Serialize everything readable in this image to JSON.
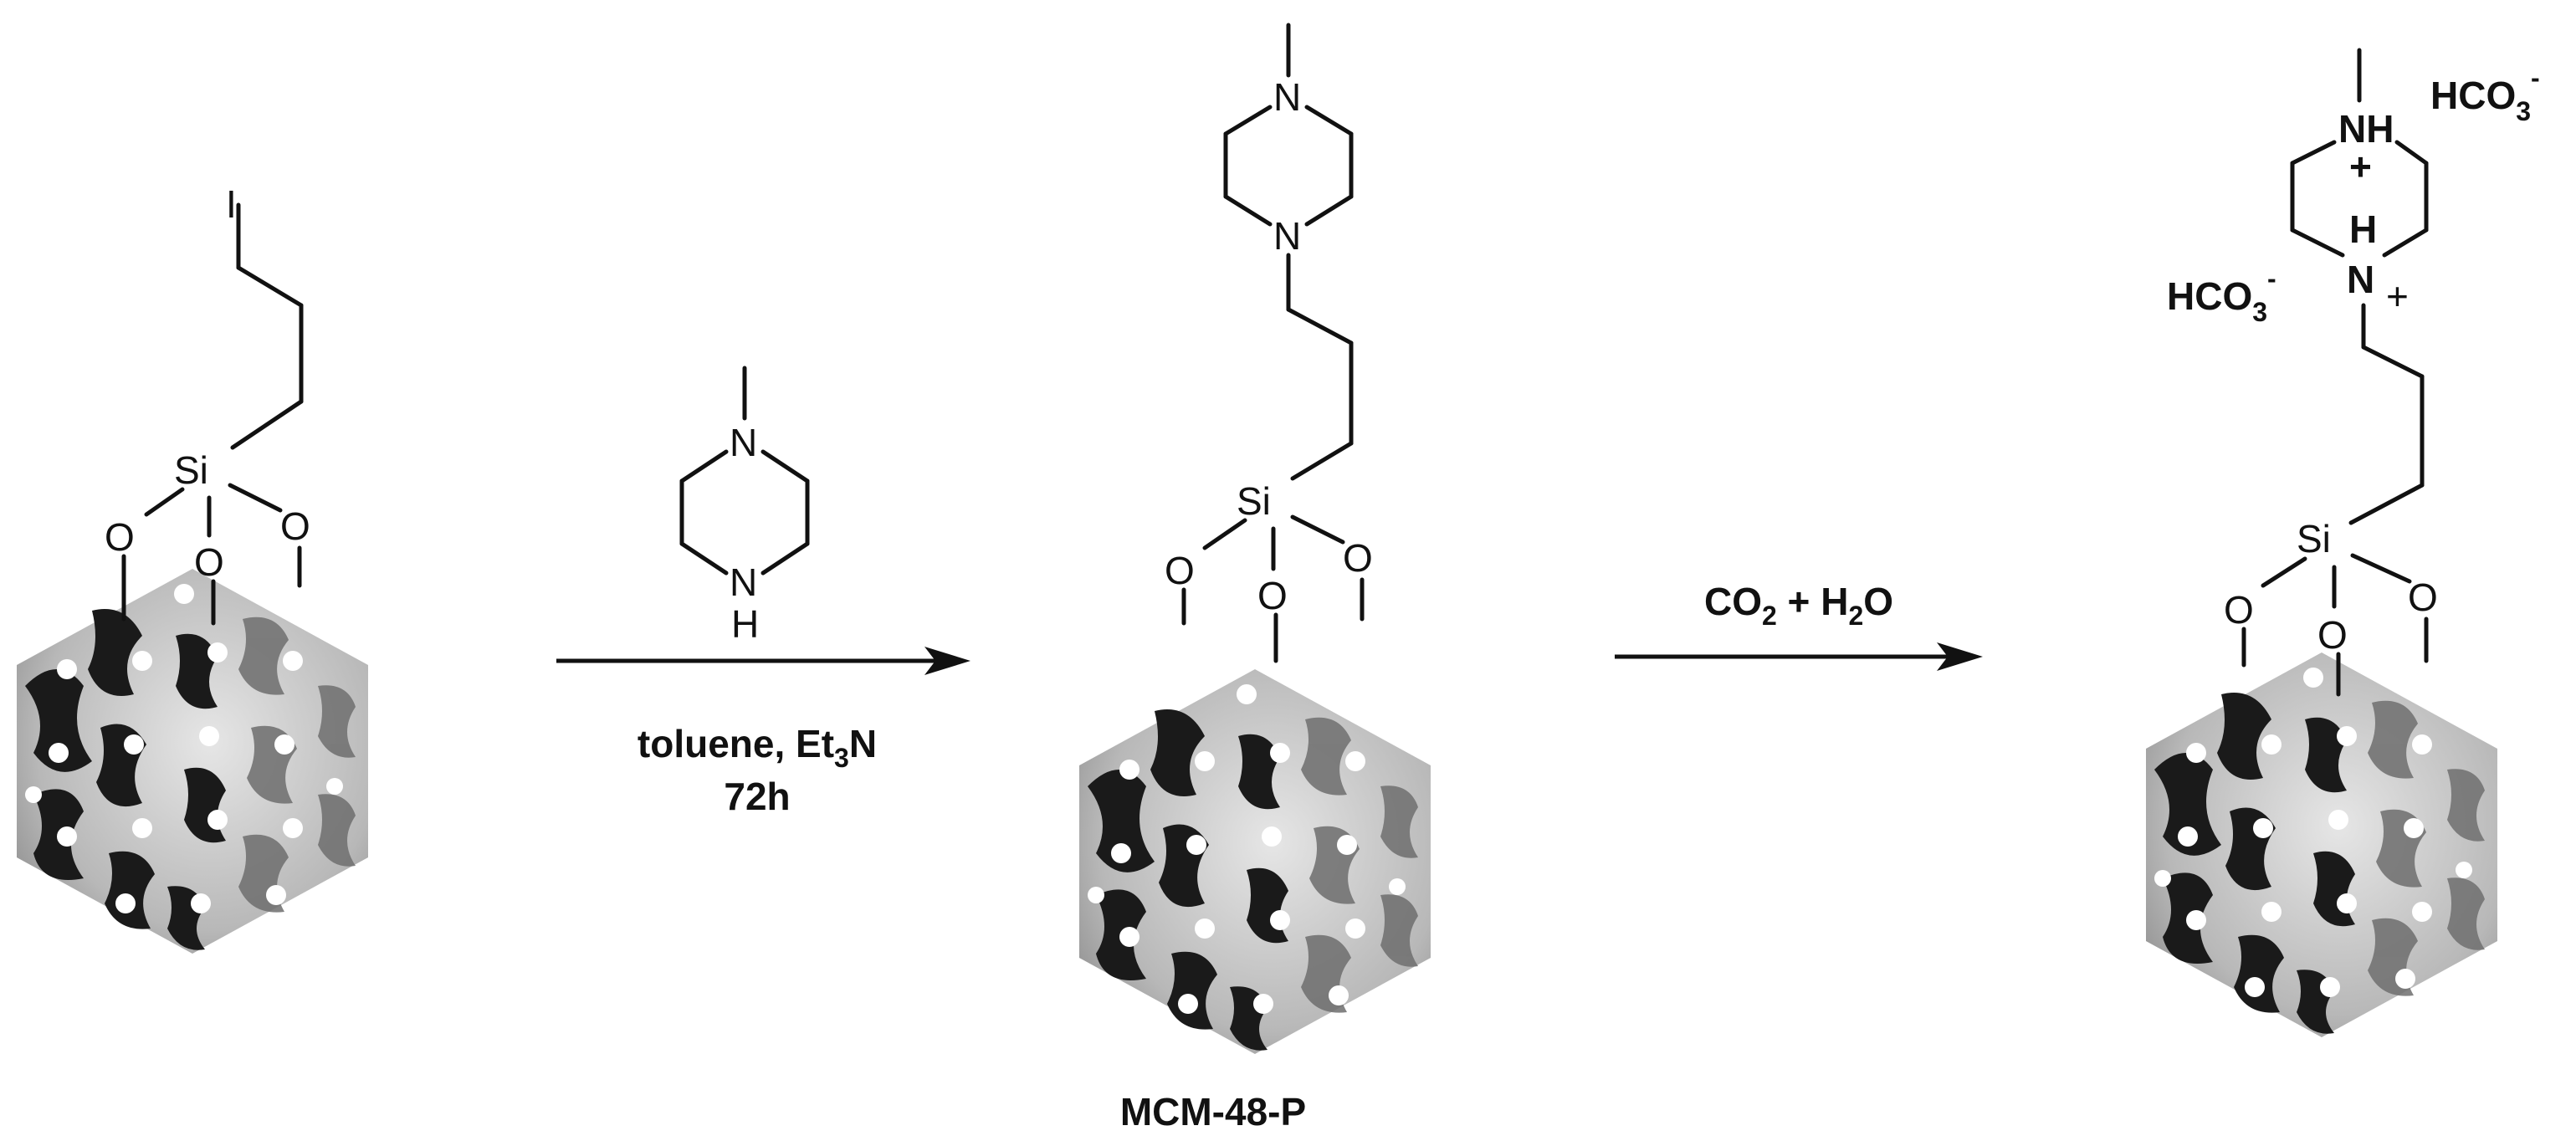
{
  "reagent": {
    "n_top": "N",
    "n_bottom": "N",
    "h_bottom": "H"
  },
  "step1": {
    "conditions_line1_main": "toluene, Et",
    "conditions_line1_sub": "3",
    "conditions_line1_end": "N",
    "conditions_line2": "72h"
  },
  "step2": {
    "co2_main": "CO",
    "co2_sub": "2",
    "plus": " + H",
    "h2o_sub": "2",
    "h2o_end": "O"
  },
  "start": {
    "iodine": "I",
    "si": "Si",
    "o": "O"
  },
  "middle": {
    "n": "N",
    "si": "Si",
    "o": "O",
    "caption": "MCM-48-P"
  },
  "product": {
    "nh": "NH",
    "h": "H",
    "n": "N",
    "plus": "+",
    "si": "Si",
    "o": "O",
    "hco3": "HCO",
    "hco3_sub": "3",
    "hco3_sup": "-"
  },
  "colors": {
    "ink": "#111111",
    "silica_light": "#d2d2d2",
    "silica_dark": "#1a1a1a",
    "arrow": "#111111"
  }
}
